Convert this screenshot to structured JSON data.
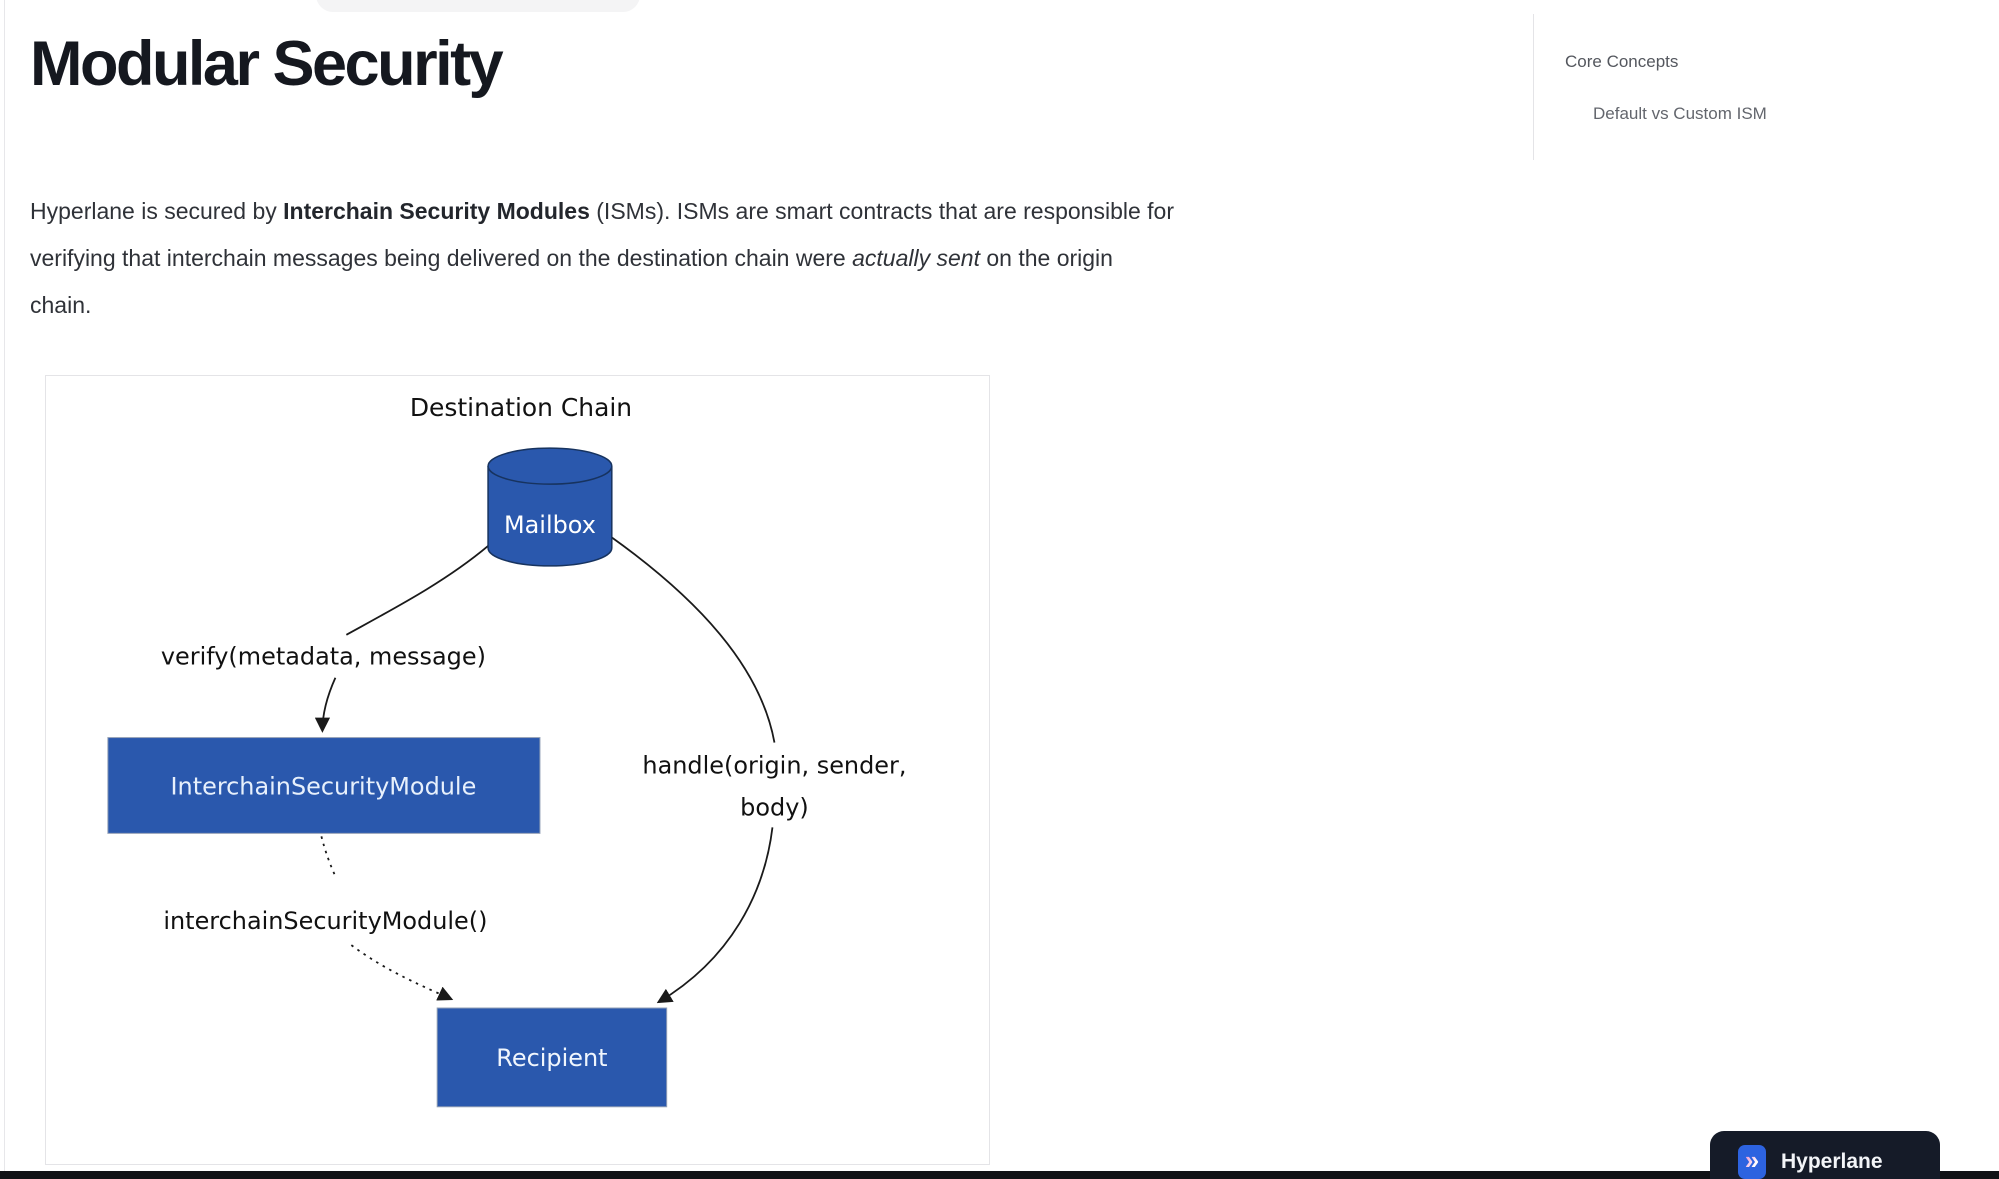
{
  "page": {
    "heading": "Modular Security",
    "paragraph": {
      "lines": [
        {
          "pre": "Hyperlane is secured by ",
          "bold": "Interchain Security Modules",
          "post": " (ISMs). ISMs are smart contracts that are responsible for"
        },
        {
          "pre": "verifying that interchain messages being delivered on the destination chain were ",
          "italic": "actually sent",
          "post": " on the origin"
        },
        {
          "pre": "chain."
        }
      ]
    }
  },
  "toc": {
    "section": "Core Concepts",
    "items": [
      {
        "label": "Default vs Custom ISM"
      }
    ]
  },
  "diagram": {
    "title": "Destination Chain",
    "nodes": {
      "mailbox": "Mailbox",
      "ism": "InterchainSecurityModule",
      "recipient": "Recipient"
    },
    "labels": {
      "verify": "verify(metadata, message)",
      "handle_line1": "handle(origin, sender,",
      "handle_line2": "body)",
      "ism_call": "interchainSecurityModule()"
    },
    "colors": {
      "node_fill": "#2a58ad",
      "node_stroke": "#17335f",
      "box_stroke": "#93a0b6",
      "node_text": "#e7f0fc",
      "line": "#1a1a1a"
    }
  },
  "badge": {
    "label": "Hyperlane",
    "logo_glyph": "»",
    "colors": {
      "bg": "#151b28",
      "logo_bg": "#2d63e0"
    }
  }
}
